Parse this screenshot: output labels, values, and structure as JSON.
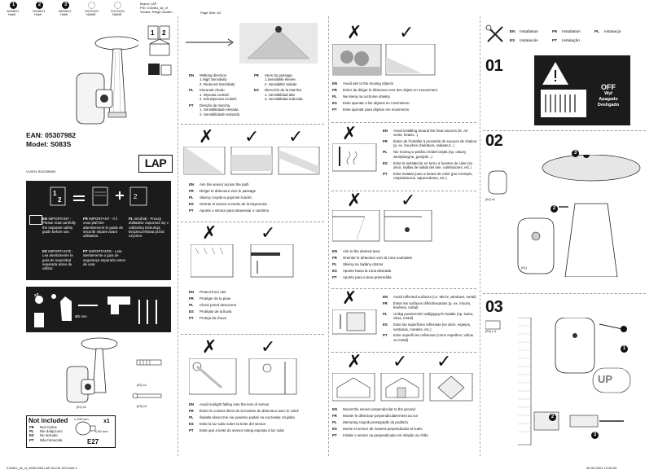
{
  "header": {
    "steps": [
      {
        "num": "1",
        "date": "16/08/21",
        "name": "Hsbti"
      },
      {
        "num": "2",
        "date": "20/08/21",
        "name": "Hsbti"
      },
      {
        "num": "3",
        "date": "06/09/21",
        "name": "Hsbti"
      },
      {
        "num": "",
        "date": "XX/XX/21",
        "name": "NAME"
      },
      {
        "num": "",
        "date": "XX/XX/21",
        "name": "NAME"
      }
    ],
    "brand": "Brand: LAP",
    "pid": "PID: 218461_sk_cf",
    "vendor": "Vendor: Elege Garden",
    "page_size": "Page Size: A3"
  },
  "product": {
    "ean": "EAN: 05307982",
    "model": "Model: S083S",
    "version": "V10921  BX220M/B3",
    "logo": "LAP"
  },
  "important": [
    {
      "code": "EN",
      "text": "IMPORTANT - Please read carefully the separate safety guide before use."
    },
    {
      "code": "FR",
      "text": "IMPORTANT - Il il vous plaît lire attentivement le guide de sécurité séparé avant utilisation."
    },
    {
      "code": "PL",
      "text": "WAŻNE - Proszę dokładnie zapoznać się z oddzielną instrukcją bezpieczeństwa przed użyciem."
    },
    {
      "code": "ES",
      "text": "IMPORTANTE - Lea atentamente la guía de seguridad separada antes de utilizar."
    },
    {
      "code": "PT",
      "text": "IMPORTANTE - Leia atentamente o guia de segurança separado antes de usar."
    }
  ],
  "tools": {
    "drill": "Ø6 mm",
    "quantity": "x2"
  },
  "not_included": {
    "title": "Not included",
    "rows": [
      {
        "code": "FR",
        "text": "Non Inclus"
      },
      {
        "code": "PL",
        "text": "Nie dołączono"
      },
      {
        "code": "ES",
        "text": "No incluido"
      },
      {
        "code": "PT",
        "text": "Não fornecida"
      }
    ],
    "bulb": "E27",
    "dim_w": "≤ 105 mm",
    "dim_h": "≤ 60 mm",
    "qty": "x1"
  },
  "parts": {
    "p1": "[01] x1",
    "p2": "[02] x1",
    "p3": "[03] x4",
    "p4": "[02] x4"
  },
  "walking": {
    "left": [
      {
        "code": "EN",
        "text": "Walking direction\n1.High Sensitivity\n2. Reduced Sensitivity"
      },
      {
        "code": "PL",
        "text": "Kierunek chodu\n1. Wysoka czułość\n2. Zmniejszona czułość"
      },
      {
        "code": "PT",
        "text": "Direção de marcha\n1. Sensibilidade elevada\n2. Sensibilidade reduzida"
      }
    ],
    "right": [
      {
        "code": "FR",
        "text": "Sens du passage\n1.Sensibilité élevée\n2. Sensibilité réduite"
      },
      {
        "code": "ES",
        "text": "Dirección de la marcha\n1. Sensibilidad alta\n2. Sensibilidad reducida"
      }
    ]
  },
  "aim_path": [
    {
      "code": "EN",
      "text": "Aim the sensor across the path"
    },
    {
      "code": "FR",
      "text": "Diriger le détecteur vers le passage"
    },
    {
      "code": "PL",
      "text": "Skieruj czujnik w poprzek ścieżki"
    },
    {
      "code": "ES",
      "text": "Oriente el sensor a través de la trayectoria"
    },
    {
      "code": "PT",
      "text": "Aponte o sensor para atravessar o caminho"
    }
  ],
  "rain": [
    {
      "code": "EN",
      "text": "Protect from rain"
    },
    {
      "code": "FR",
      "text": "Protéger de la pluie"
    },
    {
      "code": "PL",
      "text": "Chroń przed deszczem"
    },
    {
      "code": "ES",
      "text": "Protéjalo de la lluvia"
    },
    {
      "code": "PT",
      "text": "Proteja da chuva"
    }
  ],
  "sun": [
    {
      "code": "EN",
      "text": "Avoid sunlight falling onto the lens of sensor"
    },
    {
      "code": "FR",
      "text": "Éviter le contact direct de la lumière du détecteur avec le soleil"
    },
    {
      "code": "PL",
      "text": "Światło słoneczne nie powinno padać na soczewkę czujnika"
    },
    {
      "code": "ES",
      "text": "Evite la luz solar sobre la lente del sensor"
    },
    {
      "code": "PT",
      "text": "Evite que a lente do sensor esteja exposta à luz solar"
    }
  ],
  "moving": [
    {
      "code": "EN",
      "text": "Avoid aim to the moving objects"
    },
    {
      "code": "FR",
      "text": "Éviter de diriger le détecteur vers des objets en mouvement"
    },
    {
      "code": "PL",
      "text": "Nie kieruj na ruchome obiekty"
    },
    {
      "code": "ES",
      "text": "Evite apuntar a los objetos en movimiento"
    },
    {
      "code": "PT",
      "text": "Evite apontar para objetos em movimento"
    }
  ],
  "heat": [
    {
      "code": "EN",
      "text": "Avoid installing around the heat sources (ie. Air vents, heater...)"
    },
    {
      "code": "FR",
      "text": "Éviter de l'installer à proximité de sources de chaleur (p. ex. bouches d'aération, radiateur...)"
    },
    {
      "code": "PL",
      "text": "Nie montuj w pobliżu źródeł ciepła (np. otwory wentylacyjne, grzejnik...)"
    },
    {
      "code": "ES",
      "text": "Evite la instalación en torno a fuentes de calor (es decir, rejillas de salida del aire, calefactores, etc.)"
    },
    {
      "code": "PT",
      "text": "Evite instalar junto a fontes de calor (por exemplo, respiradouros, aquecedores, etc.)"
    }
  ],
  "desired": [
    {
      "code": "EN",
      "text": "Aim to the desired area"
    },
    {
      "code": "FR",
      "text": "Orienter le détecteur vers la zone souhaitée"
    },
    {
      "code": "PL",
      "text": "Skieruj na żądany obszar"
    },
    {
      "code": "ES",
      "text": "Apunte hacia la zona deseada"
    },
    {
      "code": "PT",
      "text": "Aponte para a área pretendida"
    }
  ],
  "reflect": [
    {
      "code": "EN",
      "text": "Avoid reflected surfaces (i.e. Mirror, windows, metal)"
    },
    {
      "code": "FR",
      "text": "Éviter les surfaces réfléchissantes (p. ex. miroirs, fenêtres, métal)"
    },
    {
      "code": "PL",
      "text": "Unikaj powierzchni odbijających światło (np. lustro, okna, metal)"
    },
    {
      "code": "ES",
      "text": "Evite las superficies reflexivas (es decir, espejos, ventanas, metales, etc.)"
    },
    {
      "code": "PT",
      "text": "Evite superfícies refletoras (como espelhos, vidros ou metal)"
    }
  ],
  "perpendicular": [
    {
      "code": "EN",
      "text": "Mount the sensor perpendicular to the ground"
    },
    {
      "code": "FR",
      "text": "Monter le détecteur perpendiculairement au sol"
    },
    {
      "code": "PL",
      "text": "Zamontuj czujnik prostopadle do podłoża"
    },
    {
      "code": "ES",
      "text": "Monte el sensor de manera perpendicular al suelo"
    },
    {
      "code": "PT",
      "text": "Instale o sensor na perpendicular em relação ao chão"
    }
  ],
  "install": {
    "langs": [
      {
        "code": "EN",
        "text": "Installation"
      },
      {
        "code": "FR",
        "text": "Installation"
      },
      {
        "code": "PL",
        "text": "Instalacja"
      },
      {
        "code": "ES",
        "text": "Instalación"
      },
      {
        "code": "PT",
        "text": "Instalação"
      }
    ],
    "off_lines": [
      "OFF",
      "Wył",
      "Apagado",
      "Desligado"
    ],
    "steps": [
      "01",
      "02",
      "03"
    ],
    "p01": "[01] x1",
    "p01b": "[01]",
    "p02": "[02] x 4",
    "up": "UP"
  },
  "footer": {
    "left": "218461_sk_cf_05307982-LAP-A3-ISI-V03.indd   1",
    "right": "06-09-2021   13:39:04"
  }
}
